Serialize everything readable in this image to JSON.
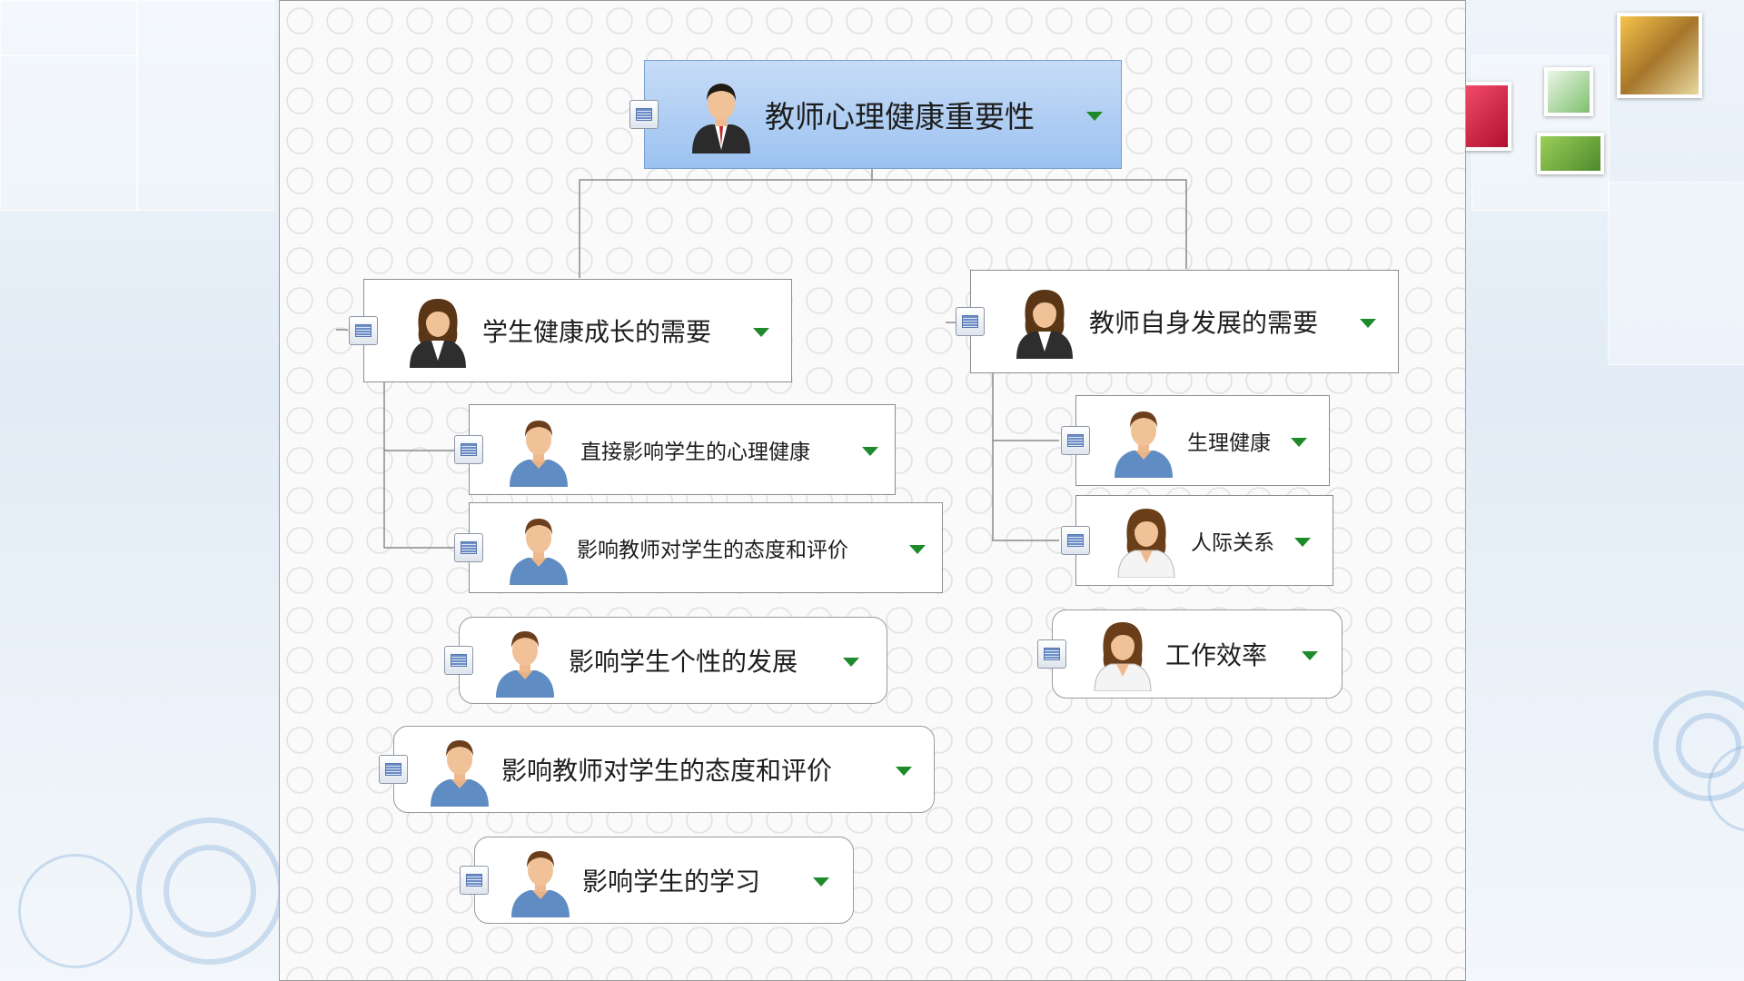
{
  "mindmap": {
    "root": {
      "label": "教师心理健康重要性",
      "person": "man-suit"
    },
    "branches": [
      {
        "label": "学生健康成长的需要",
        "person": "woman-suit",
        "children": [
          {
            "label": "直接影响学生的心理健康",
            "person": "man-casual"
          },
          {
            "label": "影响教师对学生的态度和评价",
            "person": "man-casual"
          },
          {
            "label": "影响学生个性的发展",
            "person": "man-casual"
          },
          {
            "label": "影响教师对学生的态度和评价",
            "person": "man-casual"
          },
          {
            "label": "影响学生的学习",
            "person": "man-casual"
          }
        ]
      },
      {
        "label": "教师自身发展的需要",
        "person": "woman-suit",
        "children": [
          {
            "label": "生理健康",
            "person": "man-casual"
          },
          {
            "label": "人际关系",
            "person": "woman-white"
          },
          {
            "label": "工作效率",
            "person": "woman-white"
          }
        ]
      }
    ]
  },
  "icons": {
    "notes": "notes-icon",
    "expand": "dropdown-caret-icon"
  },
  "colors": {
    "root_fill": "#9cc2f1",
    "caret": "#1f8a2c",
    "node_border": "#8d8d8d",
    "connector": "#8a8a8a"
  }
}
